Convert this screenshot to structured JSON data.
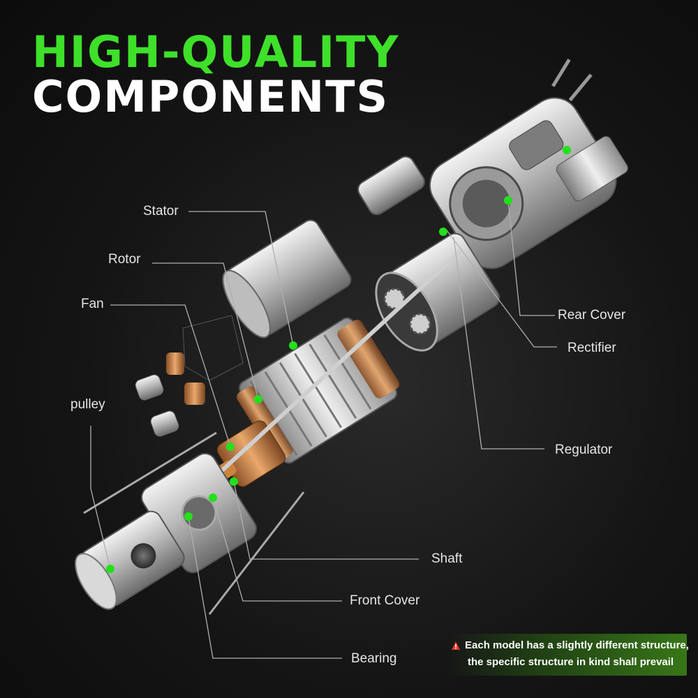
{
  "title": {
    "line1": "HIGH-QUALITY",
    "line2": "COMPONENTS",
    "line1_color": "#3ee02a",
    "line2_color": "#ffffff"
  },
  "labels": {
    "stator": "Stator",
    "rotor": "Rotor",
    "fan": "Fan",
    "pulley": "pulley",
    "rear_cover": "Rear Cover",
    "rectifier": "Rectifier",
    "regulator": "Regulator",
    "shaft": "Shaft",
    "front_cover": "Front Cover",
    "bearing": "Bearing"
  },
  "note": {
    "line1": "Each model has a slightly different structure,",
    "line2": "the specific structure in kind shall prevail",
    "icon": "warning-icon"
  },
  "colors": {
    "accent_green": "#3ee02a",
    "dot_green": "#22e01a",
    "metal": "#c8c8c8",
    "copper": "#c98a55",
    "leader": "#b0b0b0"
  }
}
